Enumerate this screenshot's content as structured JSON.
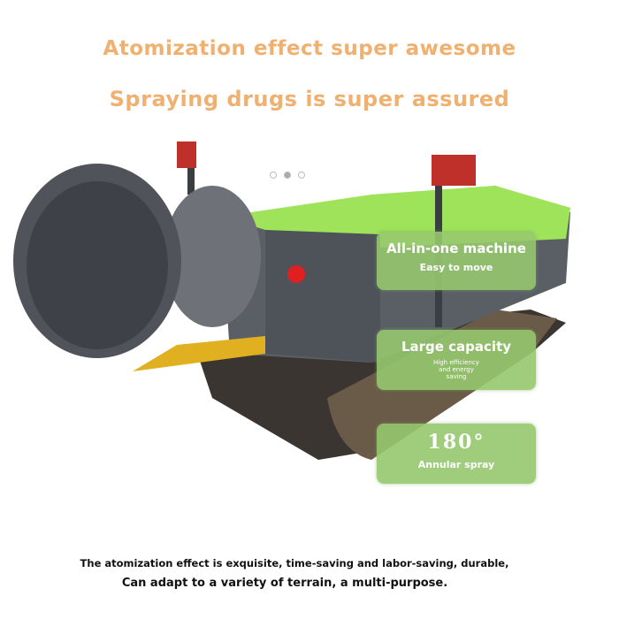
{
  "headline": {
    "line1": "Atomization effect super awesome",
    "line2": "Spraying drugs is super assured"
  },
  "carousel": {
    "count": 3,
    "active_index": 1
  },
  "features": [
    {
      "title": "All-in-one machine",
      "subtitle": "Easy to move"
    },
    {
      "title": "Large capacity",
      "subtitle_lines": [
        "High efficiency",
        "and energy",
        "saving"
      ]
    },
    {
      "title": "180°",
      "subtitle": "Annular spray"
    }
  ],
  "caption": {
    "line1": "The atomization effect is exquisite, time-saving and labor-saving, durable,",
    "line2": "Can adapt to a variety of terrain, a multi-purpose."
  },
  "colors": {
    "accent_orange": "#f0b070",
    "card_green": "#96c86e",
    "machine_green": "#9ee35a",
    "machine_gray": "#5a5f66"
  }
}
